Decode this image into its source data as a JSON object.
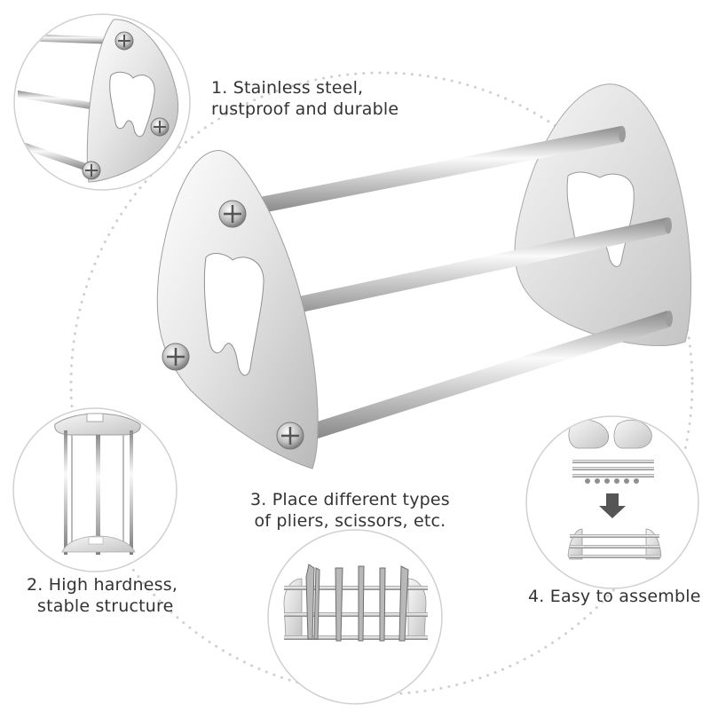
{
  "captions": {
    "feature_1": {
      "line1": "1. Stainless steel,",
      "line2": "rustproof and durable"
    },
    "feature_2": {
      "line1": "2. High hardness,",
      "line2": "stable structure"
    },
    "feature_3": {
      "line1": "3. Place different types",
      "line2": "of pliers, scissors, etc."
    },
    "feature_4": {
      "line1": "4. Easy to assemble"
    }
  },
  "colors": {
    "background": "#ffffff",
    "dotted_circle": "#cfcfcf",
    "inset_border": "#d0d0d0",
    "steel_light": "#f2f2f2",
    "steel_dark": "#9a9a9a",
    "text": "#333333"
  },
  "icons": {
    "tooth_cutout": "tooth-cutout-icon",
    "screw": "screw-icon",
    "arrow": "down-arrow-icon"
  }
}
